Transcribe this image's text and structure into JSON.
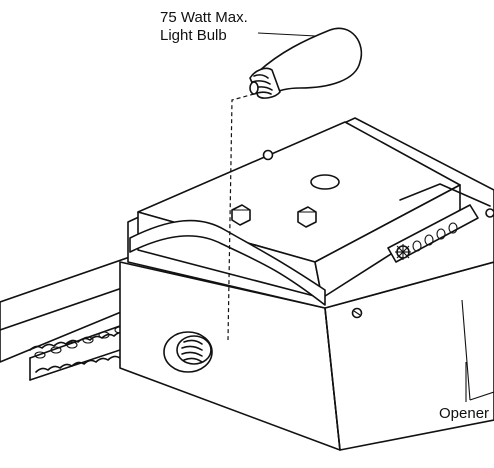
{
  "labels": {
    "bulb_line1": "75 Watt Max.",
    "bulb_line2": "Light Bulb",
    "opener": "Opener"
  },
  "colors": {
    "stroke": "#111111",
    "background": "#ffffff"
  }
}
